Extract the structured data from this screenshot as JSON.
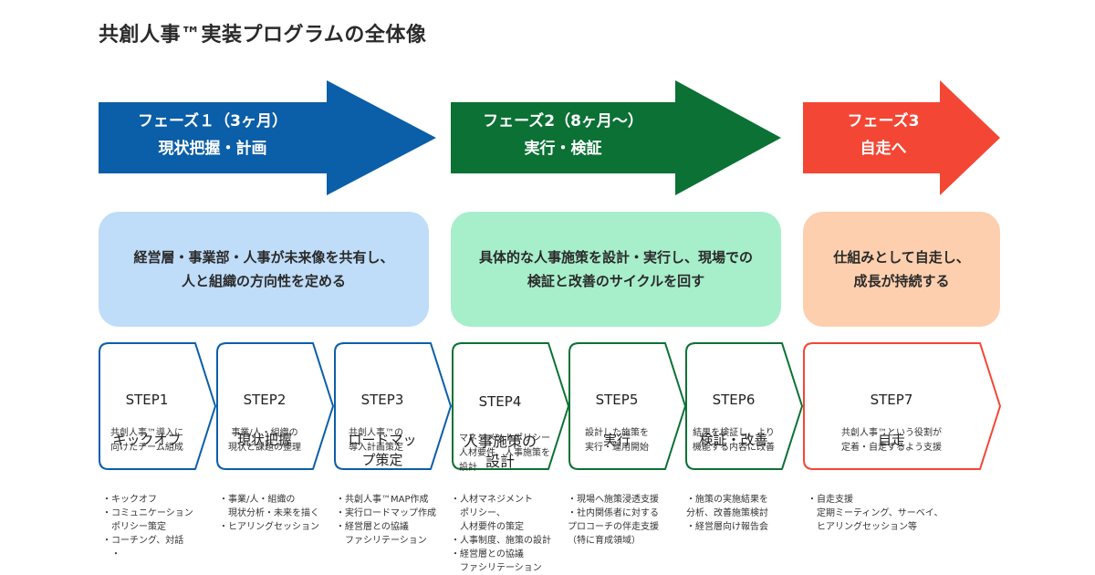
{
  "title": "共創人事™実装プログラムの全体像",
  "colors": {
    "phase1": "#0b5ea8",
    "phase2": "#0b7134",
    "phase3": "#f44634",
    "goal1": "#bfdcf8",
    "goal2": "#a7eecb",
    "goal3": "#fdcfae"
  },
  "phases": [
    {
      "line1": "フェーズ１（3ヶ月）",
      "line2": "現状把握・計画"
    },
    {
      "line1": "フェーズ2（8ヶ月〜）",
      "line2": "実行・検証"
    },
    {
      "line1": "フェーズ3",
      "line2": "自走へ"
    }
  ],
  "goals": [
    "経営層・事業部・人事が未来像を共有し、\n人と組織の方向性を定める",
    "具体的な人事施策を設計・実行し、現場での\n検証と改善のサイクルを回す",
    "仕組みとして自走し、\n成長が持続する"
  ],
  "steps": [
    {
      "num": "STEP1",
      "name": "キックオフ",
      "desc": "共創人事™導入に\n向けたチーム組成",
      "notes": "・キックオフ\n・コミュニケーション\n　ポリシー策定\n・コーチング、対話\n　・"
    },
    {
      "num": "STEP2",
      "name": "現状把握",
      "desc": "事業/人・組織の\n現状と課題の整理",
      "notes": "・事業/人・組織の\n　現状分析・未来を描く\n・ヒアリングセッション"
    },
    {
      "num": "STEP3",
      "name": "ロードマッ\nプ策定",
      "desc": "共創人事™の\n導入計画策定",
      "notes": "・共創人事™MAP作成\n・実行ロードマップ作成\n・経営層との協議\n　ファシリテーション"
    },
    {
      "num": "STEP4",
      "name": "人事施策の\n設計",
      "desc": "マネジメントポリシー\n人材要件、人事施策を\n設計",
      "notes": "・人材マネジメント\n　ポリシー、\n　人材要件の策定\n・人事制度、施策の設計\n・経営層との協議\n　ファシリテーション"
    },
    {
      "num": "STEP5",
      "name": "実行",
      "desc": "設計した施策を\n実行・運用開始",
      "notes": "・現場へ施策浸透支援\n・社内関係者に対する\nプロコーチの伴走支援\n（特に育成領域）"
    },
    {
      "num": "STEP6",
      "name": "検証・改善",
      "desc": "結果を検証し、より\n機能する内容に改善",
      "notes": "・施策の実施結果を\n分析、改善施策検討\n・経営層向け報告会"
    },
    {
      "num": "STEP7",
      "name": "自走",
      "desc": "共創人事™という役割が\n定着・自走するよう支援",
      "notes": "・自走支援\n　定期ミーティング、サーベイ、\n　ヒアリングセッション等"
    }
  ]
}
